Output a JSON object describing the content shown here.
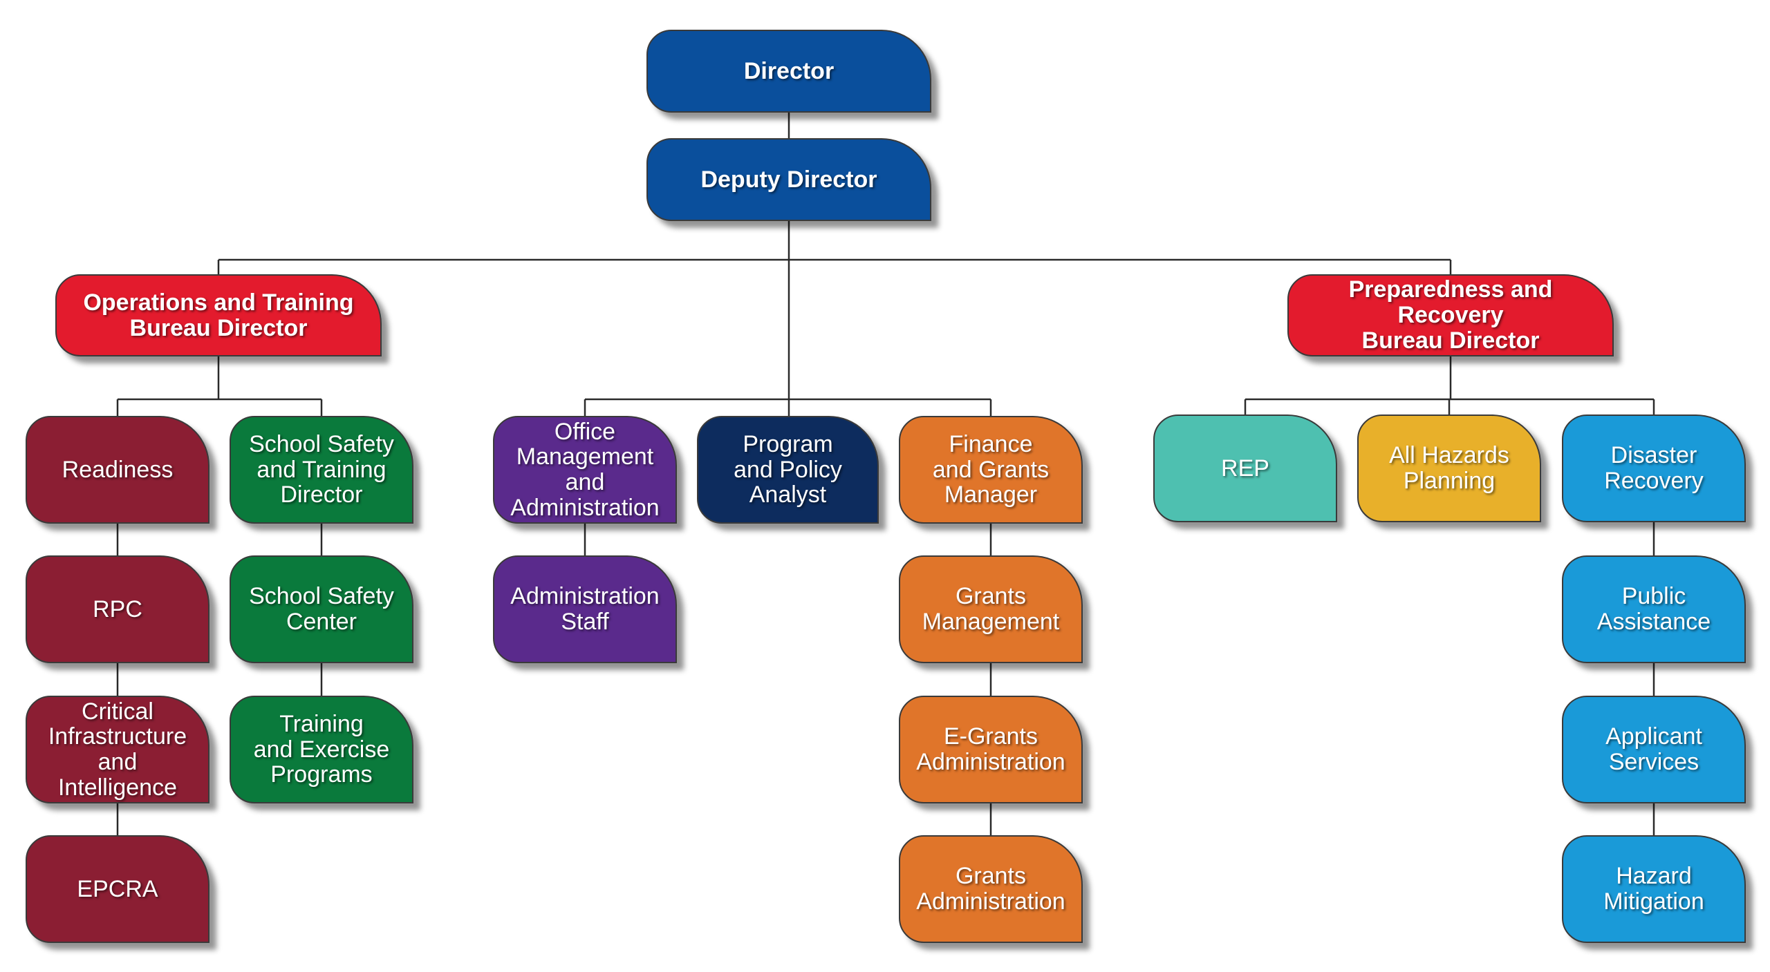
{
  "colors": {
    "leadership_blue": "#0a4f9c",
    "bureau_red": "#e31b2d",
    "ops_maroon": "#8b1e33",
    "school_green": "#0a7a3c",
    "admin_purple": "#5a2a8c",
    "policy_navy": "#0d2c5e",
    "finance_orange": "#e0752a",
    "rep_teal": "#4ec0b0",
    "planning_gold": "#e8b02a",
    "recovery_sky": "#1a9ad8",
    "connector": "#2a2a2a"
  },
  "nodes": {
    "director": "Director",
    "deputy_director": "Deputy Director",
    "ops_bureau": "Operations and Training\nBureau Director",
    "prep_bureau": "Preparedness and Recovery\nBureau Director",
    "readiness": "Readiness",
    "rpc": "RPC",
    "critical_infrastructure": "Critical\nInfrastructure\nand Intelligence",
    "epcra": "EPCRA",
    "school_safety_director": "School Safety\nand Training\nDirector",
    "school_safety_center": "School Safety\nCenter",
    "training_exercise": "Training\nand Exercise\nPrograms",
    "office_management": "Office\nManagement and\nAdministration",
    "administration_staff": "Administration\nStaff",
    "program_policy": "Program\nand Policy\nAnalyst",
    "finance_grants": "Finance\nand Grants\nManager",
    "grants_management": "Grants\nManagement",
    "egrants_administration": "E-Grants\nAdministration",
    "grants_administration": "Grants\nAdministration",
    "rep": "REP",
    "all_hazards_planning": "All Hazards\nPlanning",
    "disaster_recovery": "Disaster\nRecovery",
    "public_assistance": "Public\nAssistance",
    "applicant_services": "Applicant\nServices",
    "hazard_mitigation": "Hazard\nMitigation"
  }
}
